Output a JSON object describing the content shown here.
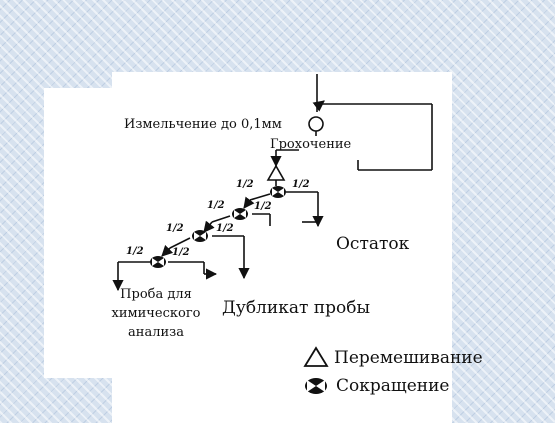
{
  "labels": {
    "crushing": "Измельчение до 0,1мм",
    "screening": "Грохочение",
    "residue": "Остаток",
    "duplicate": "Дубликат пробы",
    "sample_line1": "Проба для",
    "sample_line2": "химического",
    "sample_line3": "анализа",
    "half": "1/2"
  },
  "legend": {
    "mixing": "Перемешивание",
    "reduction": "Сокращение"
  },
  "colors": {
    "line": "#111111",
    "panel": "#ffffff",
    "background": "#d7e2ef"
  }
}
